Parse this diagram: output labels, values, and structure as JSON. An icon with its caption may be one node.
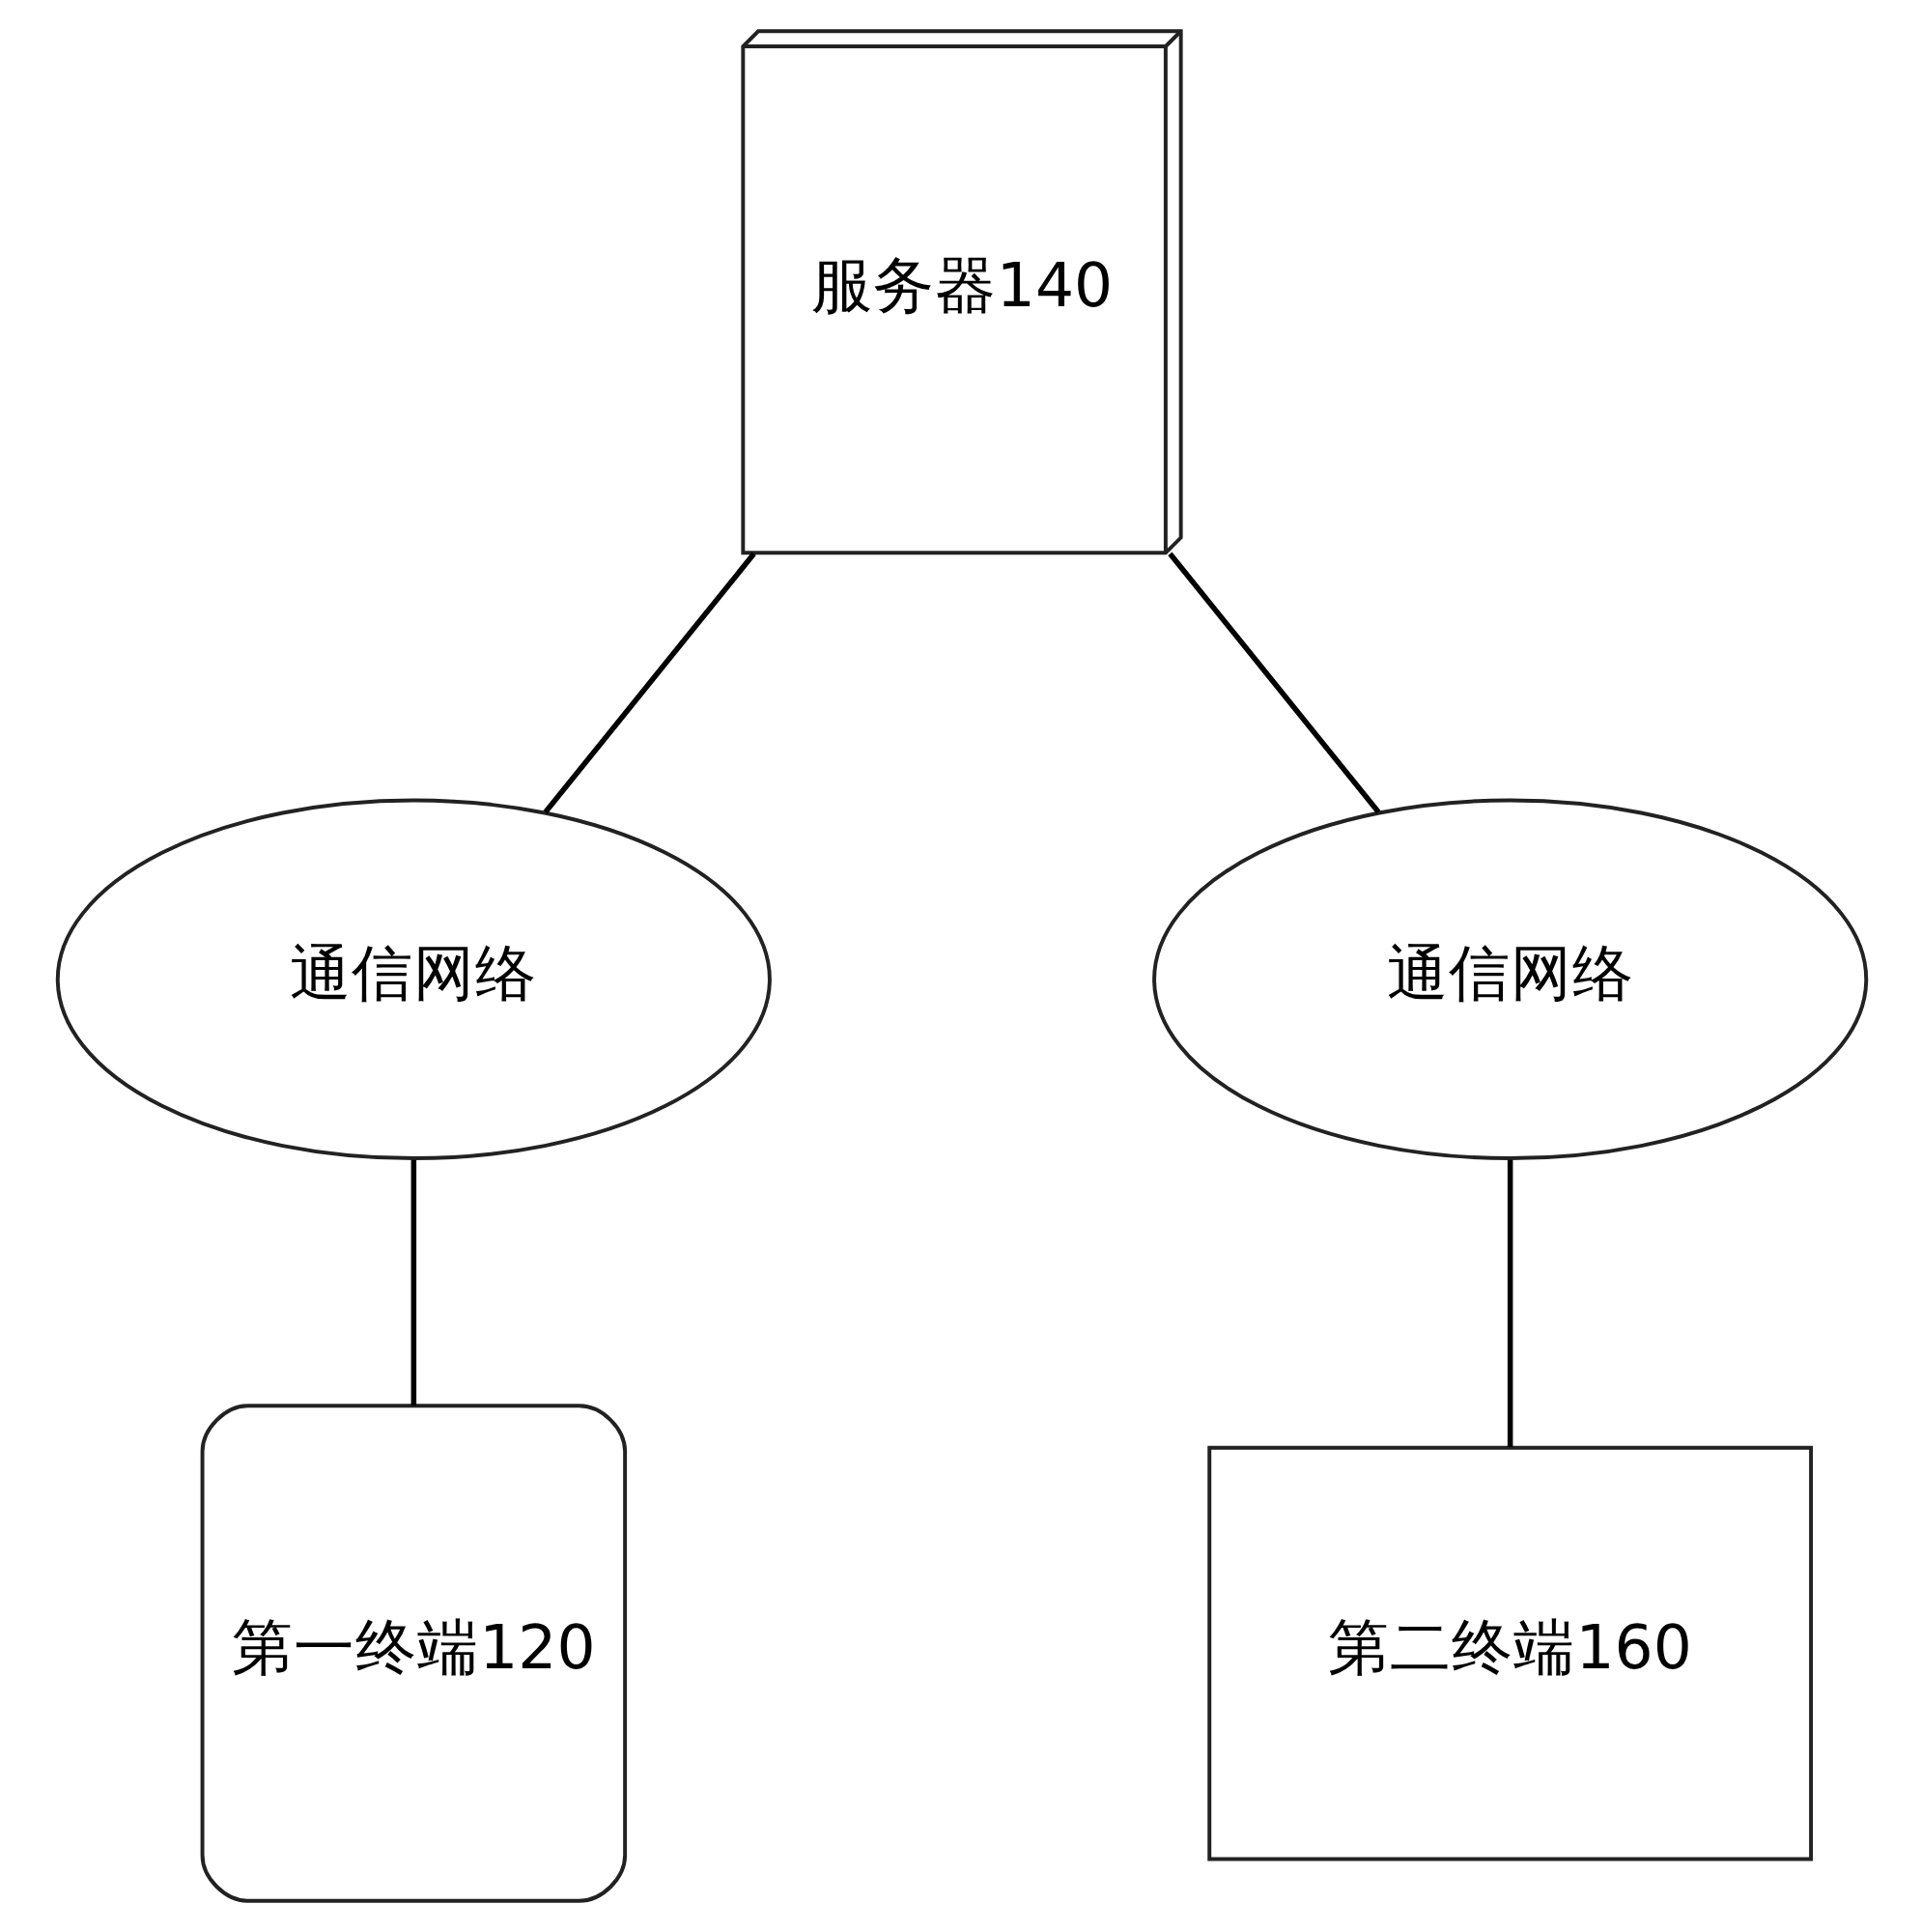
{
  "diagram": {
    "nodes": [
      {
        "text": [
          "服务器140"
        ]
      },
      {
        "text": [
          "通信网络"
        ]
      },
      {
        "text": [
          "通信网络"
        ]
      },
      {
        "text": [
          "第一终端120"
        ]
      },
      {
        "text": [
          "第二终端160"
        ]
      }
    ],
    "edges": [
      {
        "from": 0,
        "to": 1,
        "arrow": "none"
      },
      {
        "from": 0,
        "to": 2,
        "arrow": "none"
      },
      {
        "from": 1,
        "to": 3,
        "arrow": "none"
      },
      {
        "from": 2,
        "to": 4,
        "arrow": "none"
      }
    ]
  }
}
